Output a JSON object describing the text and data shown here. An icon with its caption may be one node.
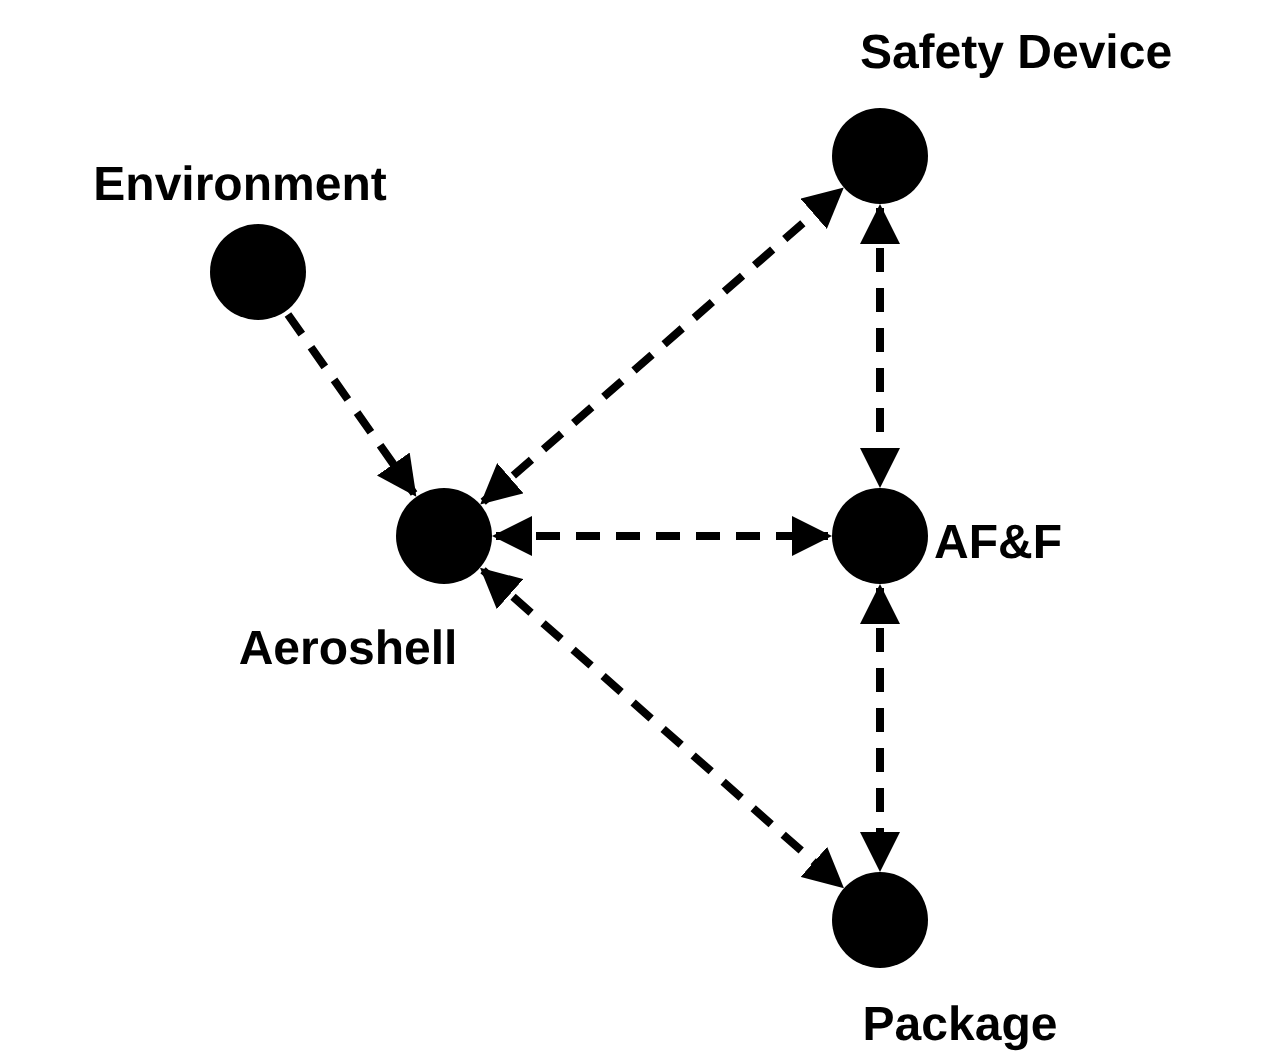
{
  "diagram": {
    "nodes": [
      {
        "text": [
          "Safety Device"
        ]
      },
      {
        "text": [
          "Environment"
        ]
      },
      {
        "text": [
          "Aeroshell"
        ]
      },
      {
        "text": [
          "AF&F"
        ]
      },
      {
        "text": [
          "Package"
        ]
      }
    ],
    "edges": [
      {
        "from": 1,
        "to": 2,
        "arrow": "to",
        "style": "dashed"
      },
      {
        "from": 2,
        "to": 0,
        "arrow": "both",
        "style": "dashed"
      },
      {
        "from": 2,
        "to": 3,
        "arrow": "both",
        "style": "dashed"
      },
      {
        "from": 2,
        "to": 4,
        "arrow": "both",
        "style": "dashed"
      },
      {
        "from": 0,
        "to": 3,
        "arrow": "both",
        "style": "dashed"
      },
      {
        "from": 3,
        "to": 4,
        "arrow": "both",
        "style": "dashed"
      }
    ]
  }
}
